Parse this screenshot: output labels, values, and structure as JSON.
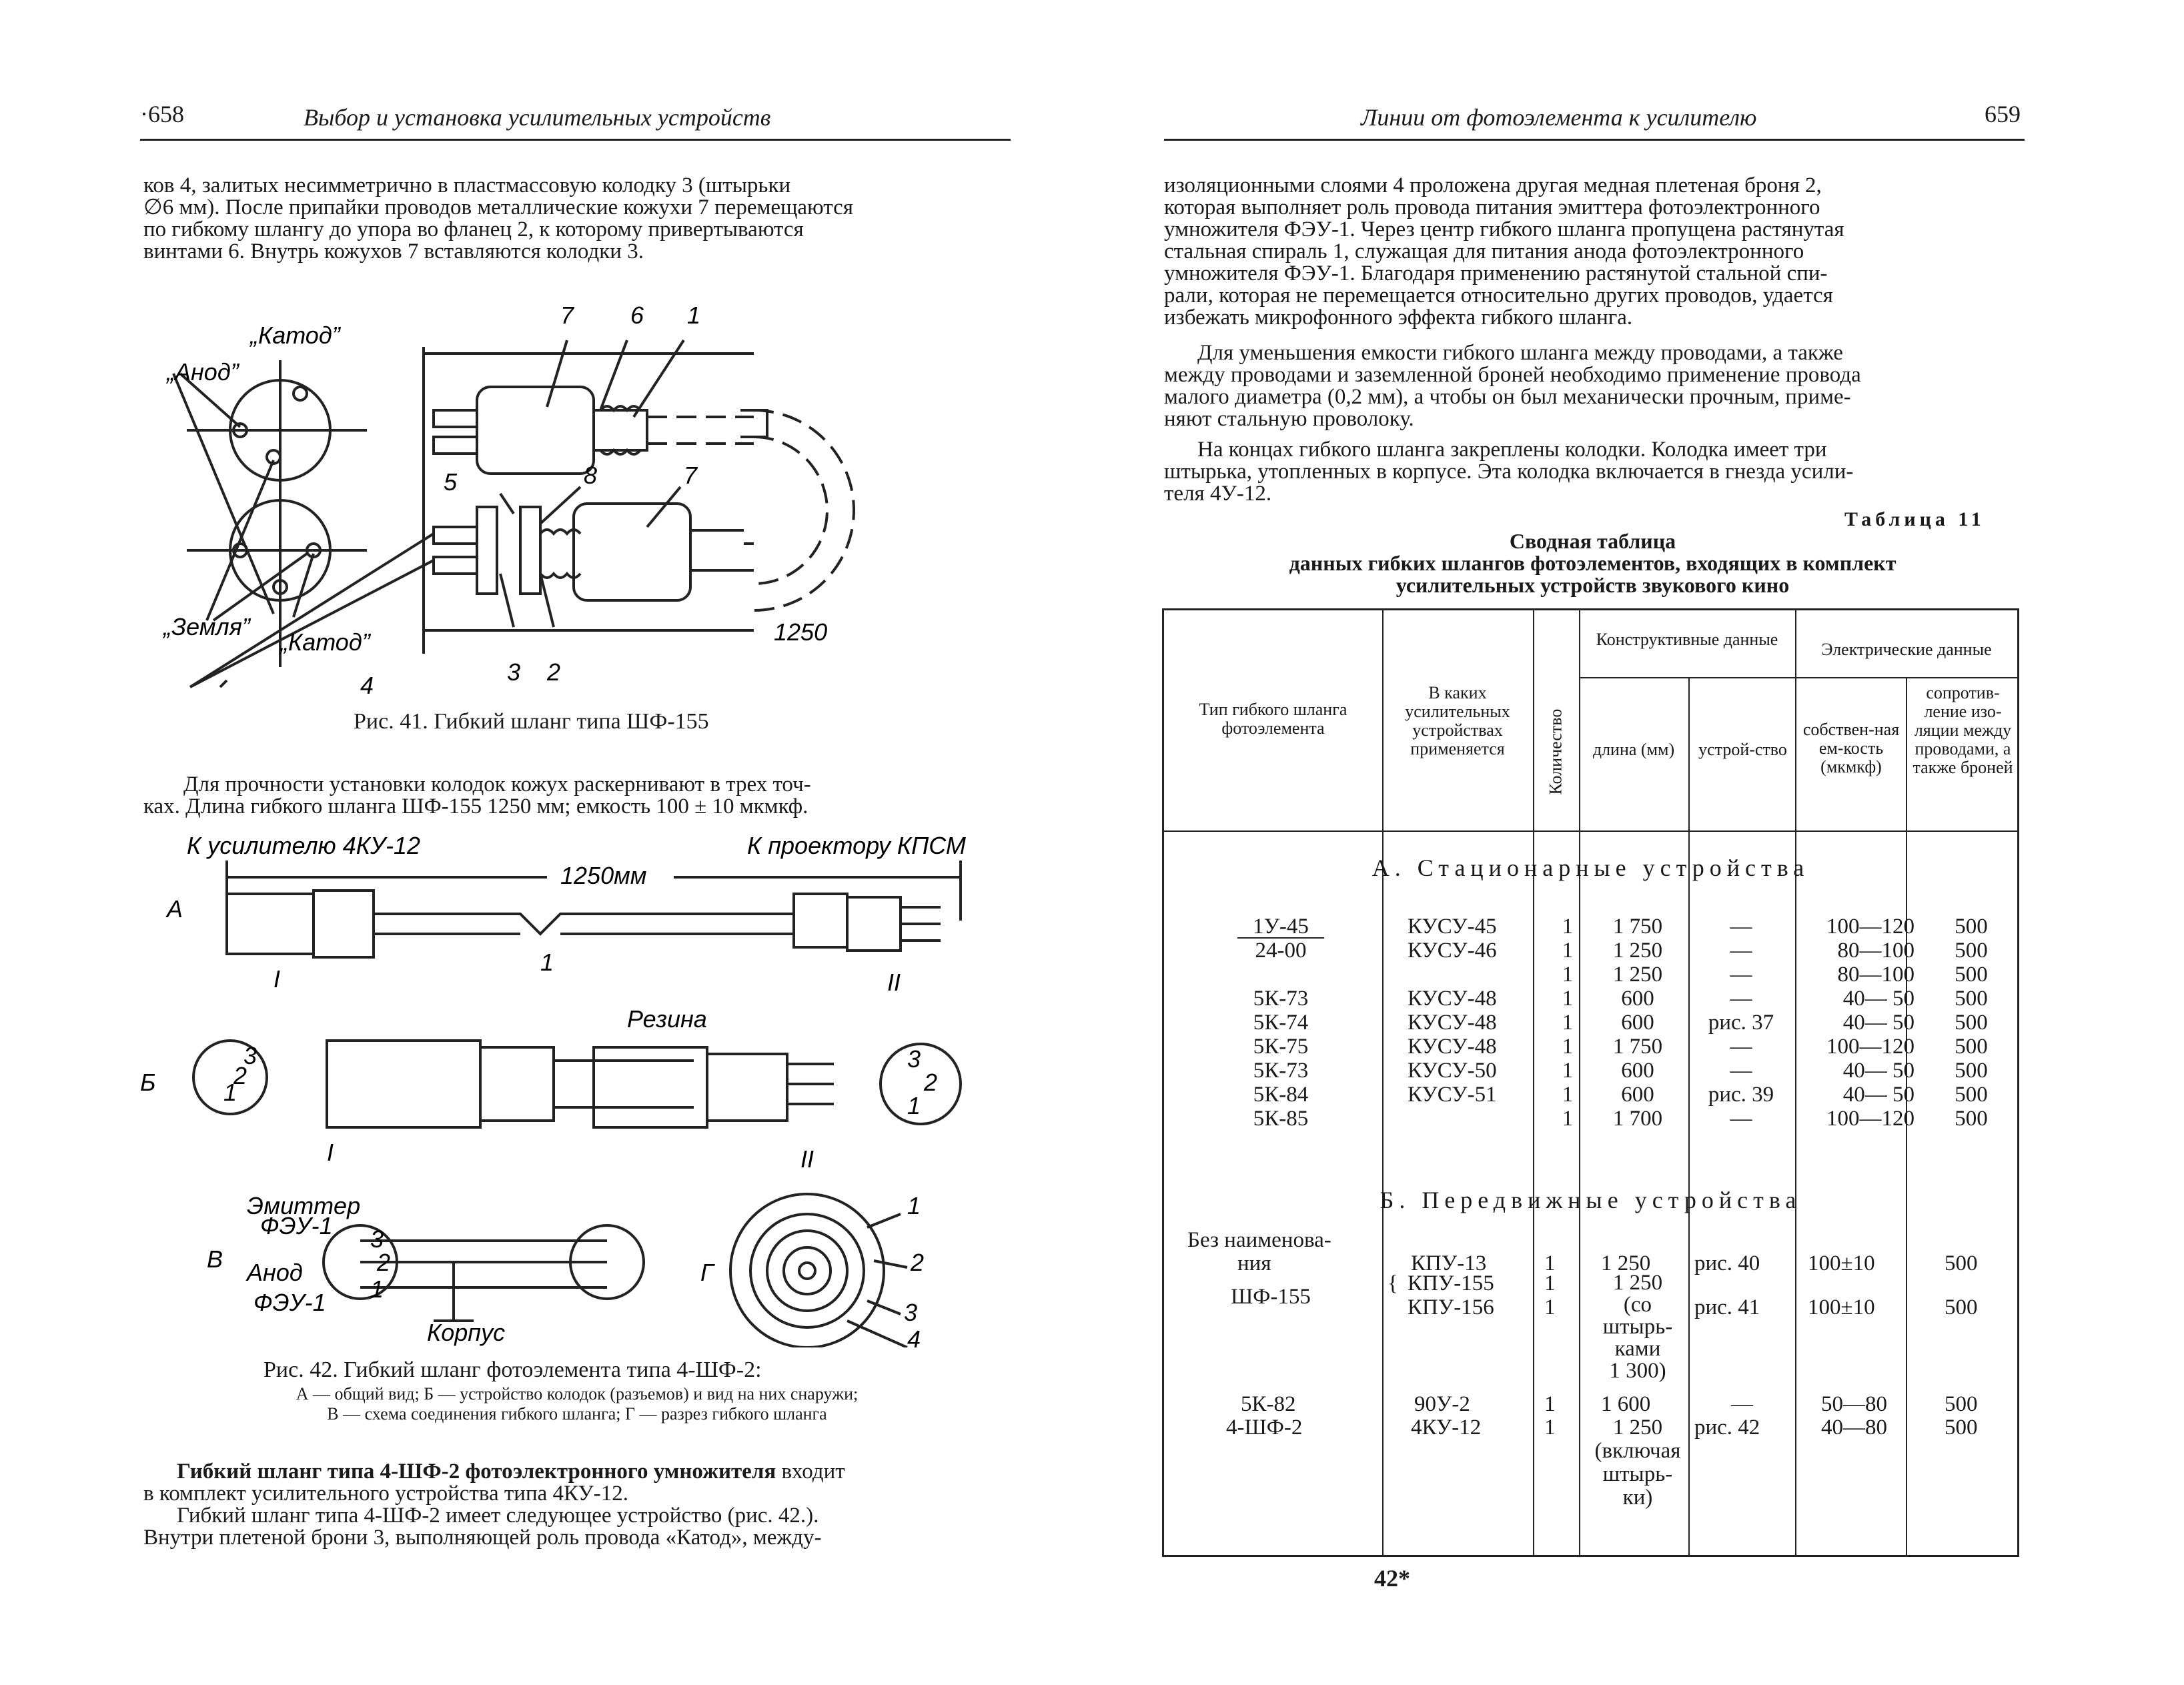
{
  "left_page": {
    "page_number": "·658",
    "running_head": "Выбор и установка усилительных устройств",
    "para1": [
      "ков 4, залитых несимметрично в пластмассовую колодку 3 (штырьки",
      "∅6 мм). После припайки проводов металлические кожухи 7 перемещаются",
      "по гибкому шлангу до упора во фланец 2, к которому привертываются",
      "винтами 6. Внутрь кожухов 7 вставляются колодки 3."
    ],
    "fig41": {
      "labels": {
        "katod_top": "„Катод”",
        "anod": "„Анод”",
        "zemlya": "„Земля”",
        "katod_bottom": "„Катод”",
        "n7a": "7",
        "n6": "6",
        "n1": "1",
        "n5": "5",
        "n8": "8",
        "n7b": "7",
        "n4": "4",
        "n3": "3",
        "n2": "2",
        "len": "1250"
      },
      "caption": "Рис. 41. Гибкий шланг типа ШФ-155"
    },
    "para2": [
      "Для прочности установки колодок кожух раскернивают в трех точ-",
      "ках. Длина гибкого шланга ШФ-155 1250 мм; емкость 100 ± 10 мкмкф."
    ],
    "fig42": {
      "labels": {
        "to_amp": "К усилителю 4КУ-12",
        "to_proj": "К проектору КПСМ",
        "length": "1250мм",
        "A": "А",
        "B": "Б",
        "V": "В",
        "G": "Г",
        "I_top": "I",
        "II_top": "II",
        "one": "1",
        "rezina": "Резина",
        "I_mid": "I",
        "II_mid": "II",
        "emitter": "Эмиттер",
        "feu1a": "ФЭУ-1",
        "anod": "Анод",
        "feu1b": "ФЭУ-1",
        "korpus": "Корпус",
        "p1": "1",
        "p2": "2",
        "p3": "3",
        "p4": "4",
        "c3": "3",
        "c2": "2",
        "c1": "1",
        "r3": "3",
        "r2": "2",
        "r1": "1",
        "l3": "3",
        "l2": "2",
        "l1": "1"
      },
      "caption": "Рис. 42. Гибкий шланг фотоэлемента типа 4-ШФ-2:",
      "legend1": "А — общий вид; Б — устройство колодок (разъемов) и вид на них снаружи;",
      "legend2": "В — схема соединения гибкого шланга; Г — разрез гибкого шланга"
    },
    "para3_bold": "Гибкий шланг типа 4-ШФ-2 фотоэлектронного умножителя",
    "para3_rest": " входит",
    "para3_line2": "в комплект усилительного устройства типа 4КУ-12.",
    "para4": [
      "Гибкий шланг типа 4-ШФ-2 имеет следующее устройство (рис. 42.).",
      "Внутри плетеной брони 3, выполняющей роль провода «Катод», между-"
    ]
  },
  "right_page": {
    "page_number": "659",
    "running_head": "Линии от фотоэлемента к усилителю",
    "para1": [
      "изоляционными слоями 4 проложена другая медная плетеная броня 2,",
      "которая выполняет роль провода питания эмиттера фотоэлектронного",
      "умножителя ФЭУ-1. Через центр гибкого шланга пропущена растянутая",
      "стальная спираль 1, служащая для питания анода фотоэлектронного",
      "умножителя ФЭУ-1. Благодаря применению растянутой стальной спи-",
      "рали, которая не перемещается относительно других проводов, удается",
      "избежать микрофонного эффекта гибкого шланга."
    ],
    "para2": [
      "Для уменьшения емкости гибкого шланга между проводами, а также",
      "между проводами и заземленной броней необходимо применение провода",
      "малого диаметра (0,2 мм), а чтобы он был механически прочным, приме-",
      "няют стальную проволоку."
    ],
    "para3": [
      "На концах гибкого шланга закреплены колодки. Колодка имеет три",
      "штырька, утопленных в корпусе. Эта колодка включается в гнезда усили-",
      "теля 4У-12."
    ],
    "table_label": "Таблица 11",
    "table_title1": "Сводная таблица",
    "table_title2": "данных гибких шлангов фотоэлементов, входящих в комплект",
    "table_title3": "усилительных устройств звукового кино",
    "headers": {
      "type": "Тип гибкого шланга фотоэлемента",
      "where": "В каких усилительных устройствах применяется",
      "qty": "Количество",
      "constr": "Конструктивные данные",
      "elec": "Электрические данные",
      "len": "длина (мм)",
      "dev": "устрой-ство",
      "cap": "собствен-ная ем-кость (мкмкф)",
      "res": "сопротив-ление изо-ляции между проводами, а также броней"
    },
    "section_a": "А. Стационарные устройства",
    "rows_a": [
      {
        "type": "1У-45",
        "where": "КУСУ-45",
        "qty": "1",
        "len": "1 750",
        "dev": "—",
        "cap": "100—120",
        "res": "500"
      },
      {
        "type": "24-00",
        "where": "КУСУ-46",
        "qty": "1",
        "len": "1 250",
        "dev": "—",
        "cap": "80—100",
        "res": "500"
      },
      {
        "type": "",
        "where": "",
        "qty": "1",
        "len": "1 250",
        "dev": "—",
        "cap": "80—100",
        "res": "500"
      },
      {
        "type": "5К-73",
        "where": "КУСУ-48",
        "qty": "1",
        "len": "600",
        "dev": "—",
        "cap": "40— 50",
        "res": "500"
      },
      {
        "type": "5К-74",
        "where": "КУСУ-48",
        "qty": "1",
        "len": "600",
        "dev": "рис. 37",
        "cap": "40— 50",
        "res": "500"
      },
      {
        "type": "5К-75",
        "where": "КУСУ-48",
        "qty": "1",
        "len": "1 750",
        "dev": "—",
        "cap": "100—120",
        "res": "500"
      },
      {
        "type": "5К-73",
        "where": "КУСУ-50",
        "qty": "1",
        "len": "600",
        "dev": "—",
        "cap": "40— 50",
        "res": "500"
      },
      {
        "type": "5К-84",
        "where": "КУСУ-51",
        "qty": "1",
        "len": "600",
        "dev": "рис. 39",
        "cap": "40— 50",
        "res": "500"
      },
      {
        "type": "5К-85",
        "where": "",
        "qty": "1",
        "len": "1 700",
        "dev": "—",
        "cap": "100—120",
        "res": "500"
      }
    ],
    "section_b": "Б. Передвижные устройства",
    "rows_b": {
      "r1_type1": "Без наименова-",
      "r1_type2": "ния",
      "r1_where": "КПУ-13",
      "r1_qty": "1",
      "r1_len": "1 250",
      "r1_dev": "рис. 40",
      "r1_cap": "100±10",
      "r1_res": "500",
      "r2_type": "ШФ-155",
      "r2_where1": "КПУ-155",
      "r2_where2": "КПУ-156",
      "r2_qty1": "1",
      "r2_qty2": "1",
      "r2_len": [
        "1 250",
        "(со",
        "штырь-",
        "ками",
        "1 300)"
      ],
      "r2_dev": "рис. 41",
      "r2_cap": "100±10",
      "r2_res": "500",
      "r3_type": "5К-82",
      "r3_where": "90У-2",
      "r3_qty": "1",
      "r3_len": "1 600",
      "r3_dev": "—",
      "r3_cap": "50—80",
      "r3_res": "500",
      "r4_type": "4-ШФ-2",
      "r4_where": "4КУ-12",
      "r4_qty": "1",
      "r4_len": [
        "1 250",
        "(включая",
        "штырь-",
        "ки)"
      ],
      "r4_dev": "рис. 42",
      "r4_cap": "40—80",
      "r4_res": "500"
    },
    "signature": "42*"
  }
}
